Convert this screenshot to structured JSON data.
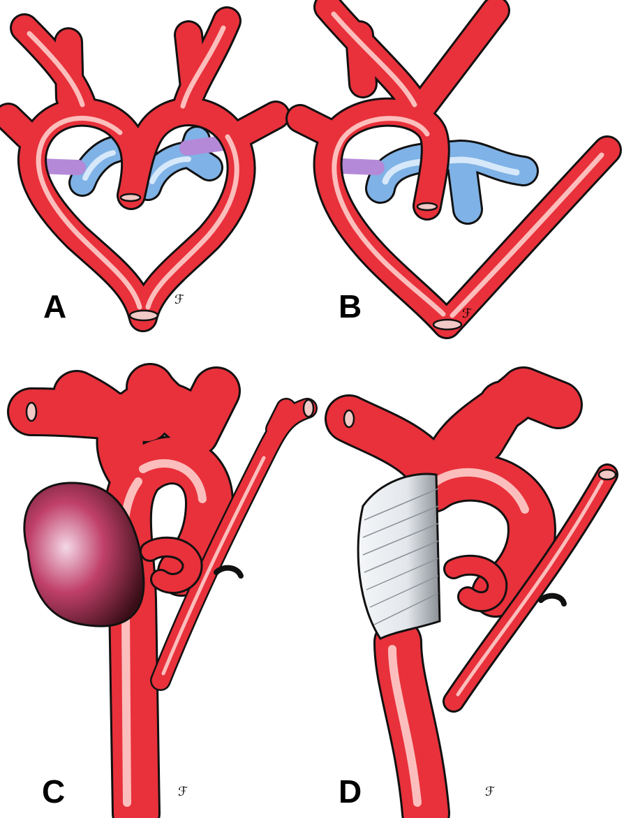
{
  "panels": [
    {
      "id": "A",
      "label": "A",
      "signature": "ℱ"
    },
    {
      "id": "B",
      "label": "B",
      "signature": "ℱ"
    },
    {
      "id": "C",
      "label": "C",
      "signature": "ℱ"
    },
    {
      "id": "D",
      "label": "D",
      "signature": "ℱ"
    }
  ],
  "colors": {
    "vessel": "#e8313b",
    "vessel_highlight": "#ffd7d4",
    "outline": "#111111",
    "pulmonary": "#7fb2e6",
    "ligament": "#b48ad8",
    "aneurysm": "#b52a52",
    "graft": "#e6e9ec"
  }
}
